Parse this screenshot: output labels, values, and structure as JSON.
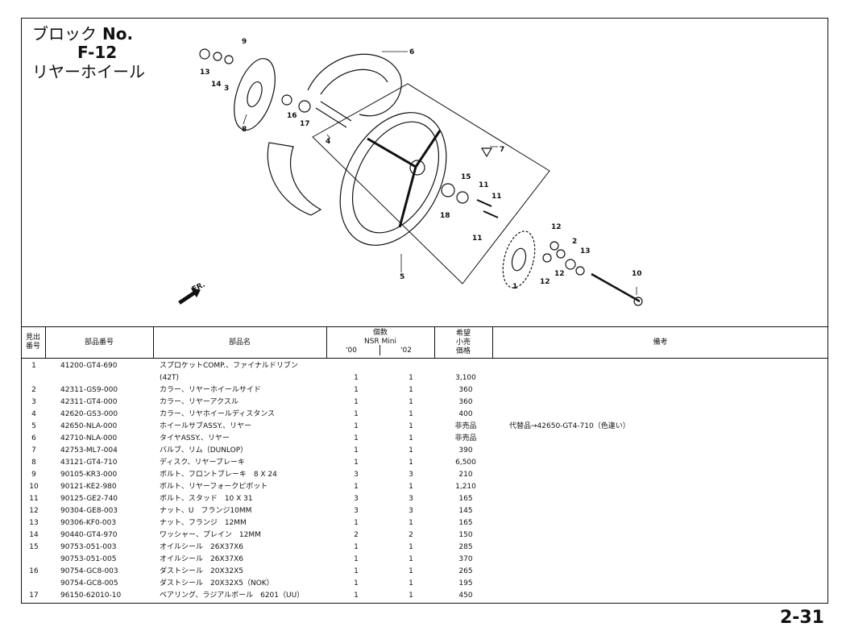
{
  "header": {
    "block_label": "ブロック",
    "block_no": "No.",
    "code": "F-12",
    "section_title": "リヤーホイール"
  },
  "diagram": {
    "callouts": [
      "13",
      "14",
      "3",
      "9",
      "8",
      "16",
      "17",
      "4",
      "6",
      "7",
      "15",
      "11",
      "11",
      "18",
      "11",
      "5",
      "12",
      "2",
      "13",
      "1",
      "12",
      "12",
      "10"
    ],
    "fr_label": "FR."
  },
  "table": {
    "headers": {
      "ref": "見出\n番号",
      "part_no": "部品番号",
      "name": "部品名",
      "qty": "個数",
      "model": "NSR Mini",
      "y00": "'00",
      "y02": "'02",
      "price": "希望\n小売\n価格",
      "note": "備考"
    },
    "rows": [
      {
        "ref": "1",
        "pn": "41200-GT4-690",
        "name": "スプロケットCOMP.、ファイナルドリブン",
        "q00": "",
        "q02": "",
        "price": "",
        "note": ""
      },
      {
        "ref": "",
        "pn": "",
        "name": "(42T)",
        "q00": "1",
        "q02": "1",
        "price": "3,100",
        "note": ""
      },
      {
        "ref": "2",
        "pn": "42311-GS9-000",
        "name": "カラー、リヤーホイールサイド",
        "q00": "1",
        "q02": "1",
        "price": "360",
        "note": ""
      },
      {
        "ref": "3",
        "pn": "42311-GT4-000",
        "name": "カラー、リヤーアクスル",
        "q00": "1",
        "q02": "1",
        "price": "360",
        "note": ""
      },
      {
        "ref": "4",
        "pn": "42620-GS3-000",
        "name": "カラー、リヤホイールディスタンス",
        "q00": "1",
        "q02": "1",
        "price": "400",
        "note": ""
      },
      {
        "ref": "5",
        "pn": "42650-NLA-000",
        "name": "ホイールサブASSY.、リヤー",
        "q00": "1",
        "q02": "1",
        "price": "非売品",
        "note": "代替品→42650-GT4-710（色違い）"
      },
      {
        "ref": "6",
        "pn": "42710-NLA-000",
        "name": "タイヤASSY.、リヤー",
        "q00": "1",
        "q02": "1",
        "price": "非売品",
        "note": ""
      },
      {
        "ref": "7",
        "pn": "42753-ML7-004",
        "name": "バルブ、リム（DUNLOP）",
        "q00": "1",
        "q02": "1",
        "price": "390",
        "note": ""
      },
      {
        "ref": "8",
        "pn": "43121-GT4-710",
        "name": "ディスク、リヤーブレーキ",
        "q00": "1",
        "q02": "1",
        "price": "6,500",
        "note": ""
      },
      {
        "ref": "9",
        "pn": "90105-KR3-000",
        "name": "ボルト、フロントブレーキ　8 X 24",
        "q00": "3",
        "q02": "3",
        "price": "210",
        "note": ""
      },
      {
        "ref": "10",
        "pn": "90121-KE2-980",
        "name": "ボルト、リヤーフォークピボット",
        "q00": "1",
        "q02": "1",
        "price": "1,210",
        "note": ""
      },
      {
        "ref": "11",
        "pn": "90125-GE2-740",
        "name": "ボルト、スタッド　10 X 31",
        "q00": "3",
        "q02": "3",
        "price": "165",
        "note": ""
      },
      {
        "ref": "12",
        "pn": "90304-GE8-003",
        "name": "ナット、U　フランジ10MM",
        "q00": "3",
        "q02": "3",
        "price": "145",
        "note": ""
      },
      {
        "ref": "13",
        "pn": "90306-KF0-003",
        "name": "ナット、フランジ　12MM",
        "q00": "1",
        "q02": "1",
        "price": "165",
        "note": ""
      },
      {
        "ref": "14",
        "pn": "90440-GT4-970",
        "name": "ワッシャー、プレイン　12MM",
        "q00": "2",
        "q02": "2",
        "price": "150",
        "note": ""
      },
      {
        "ref": "15",
        "pn": "90753-051-003",
        "name": "オイルシール　26X37X6",
        "q00": "1",
        "q02": "1",
        "price": "285",
        "note": ""
      },
      {
        "ref": "",
        "pn": "90753-051-005",
        "name": "オイルシール　26X37X6",
        "q00": "1",
        "q02": "1",
        "price": "370",
        "note": ""
      },
      {
        "ref": "16",
        "pn": "90754-GC8-003",
        "name": "ダストシール　20X32X5",
        "q00": "1",
        "q02": "1",
        "price": "265",
        "note": ""
      },
      {
        "ref": "",
        "pn": "90754-GC8-005",
        "name": "ダストシール　20X32X5（NOK）",
        "q00": "1",
        "q02": "1",
        "price": "195",
        "note": ""
      },
      {
        "ref": "17",
        "pn": "96150-62010-10",
        "name": "ベアリング、ラジアルボール　6201（UU）",
        "q00": "1",
        "q02": "1",
        "price": "450",
        "note": ""
      }
    ]
  },
  "footer": {
    "page_number": "2-31"
  }
}
